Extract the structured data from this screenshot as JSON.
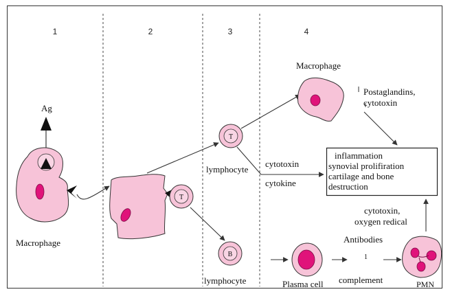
{
  "stages": [
    "1",
    "2",
    "3",
    "4"
  ],
  "labels": {
    "ag": "Ag",
    "macrophage_left": "Macrophage",
    "macrophage_top": "Macrophage",
    "lymphocyte_t": "lymphocyte",
    "lymphocyte_b": "lymphocyte",
    "plasma_cell": "Plasma cell",
    "pmn": "PMN",
    "postaglandins_1": "Postaglandins,",
    "postaglandins_2": "cytotoxin",
    "cytotoxin": "cytotoxin",
    "cytokine": "cytokine",
    "antibodies": "Antibodies",
    "complement": "complement",
    "cytotoxin_pmn_1": "cytotoxin,",
    "cytotoxin_pmn_2": "oxygen redical",
    "tiny_mark": "1"
  },
  "cell_letters": {
    "t_upper": "T",
    "t_lower": "T",
    "b": "B"
  },
  "outcome_box": [
    "inflammation",
    "synovial prolifiration",
    "cartilage and bone",
    "destruction"
  ]
}
